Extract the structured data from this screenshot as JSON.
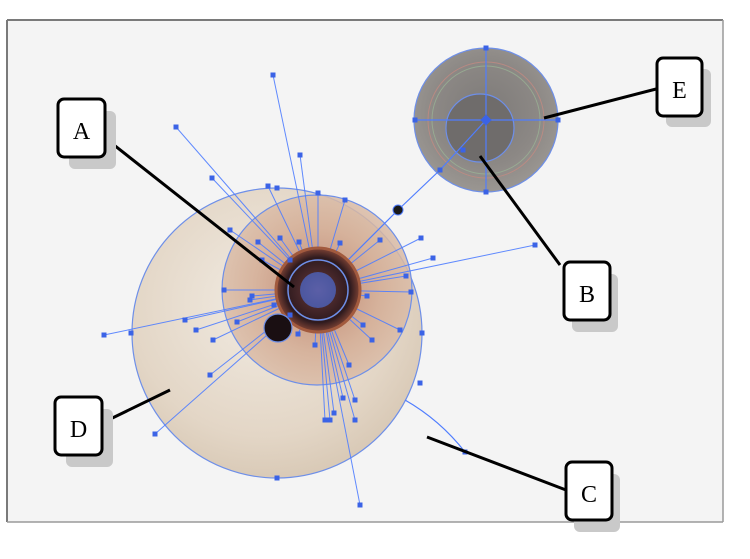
{
  "figure": {
    "callouts": [
      {
        "id": "A",
        "label": "A"
      },
      {
        "id": "B",
        "label": "B"
      },
      {
        "id": "C",
        "label": "C"
      },
      {
        "id": "D",
        "label": "D"
      },
      {
        "id": "E",
        "label": "E"
      }
    ]
  },
  "colors": {
    "canvas_background": "#f4f4f4",
    "frame_border": "#8c8c8c",
    "path_blue": "#4f7dff",
    "anchor_blue": "#3b63e6",
    "sphere_large_fill": "#e5d9c9",
    "sphere_mid_fill": "#cfa58d",
    "sphere_core_dark": "#3b2024",
    "sphere_gray_fill": "#8a8683",
    "callout_box_fill": "#ffffff",
    "callout_box_border": "#000000",
    "callout_shadow": "#c9c9c9"
  }
}
